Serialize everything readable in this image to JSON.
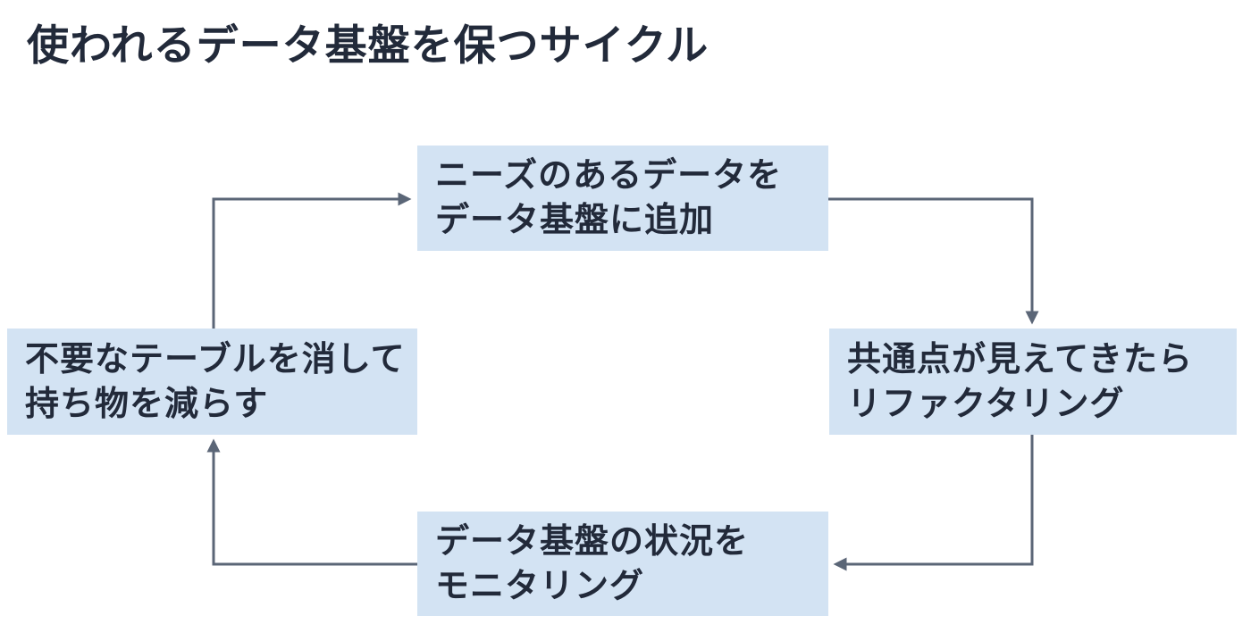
{
  "title": "使われるデータ基盤を保つサイクル",
  "colors": {
    "background": "#ffffff",
    "node_fill": "#d3e3f3",
    "node_text": "#222a3a",
    "title_text": "#222a3a",
    "arrow": "#5b6677"
  },
  "diagram": {
    "type": "cycle",
    "direction": "clockwise",
    "nodes": [
      {
        "id": "add-data",
        "position": "top",
        "lines": [
          "ニーズのあるデータを",
          "データ基盤に追加"
        ]
      },
      {
        "id": "refactoring",
        "position": "right",
        "lines": [
          "共通点が見えてきたら",
          "リファクタリング"
        ]
      },
      {
        "id": "monitoring",
        "position": "bottom",
        "lines": [
          "データ基盤の状況を",
          "モニタリング"
        ]
      },
      {
        "id": "cleanup",
        "position": "left",
        "lines": [
          "不要なテーブルを消して",
          "持ち物を減らす"
        ]
      }
    ],
    "edges": [
      {
        "from": "cleanup",
        "to": "add-data"
      },
      {
        "from": "add-data",
        "to": "refactoring"
      },
      {
        "from": "refactoring",
        "to": "monitoring"
      },
      {
        "from": "monitoring",
        "to": "cleanup"
      }
    ]
  }
}
